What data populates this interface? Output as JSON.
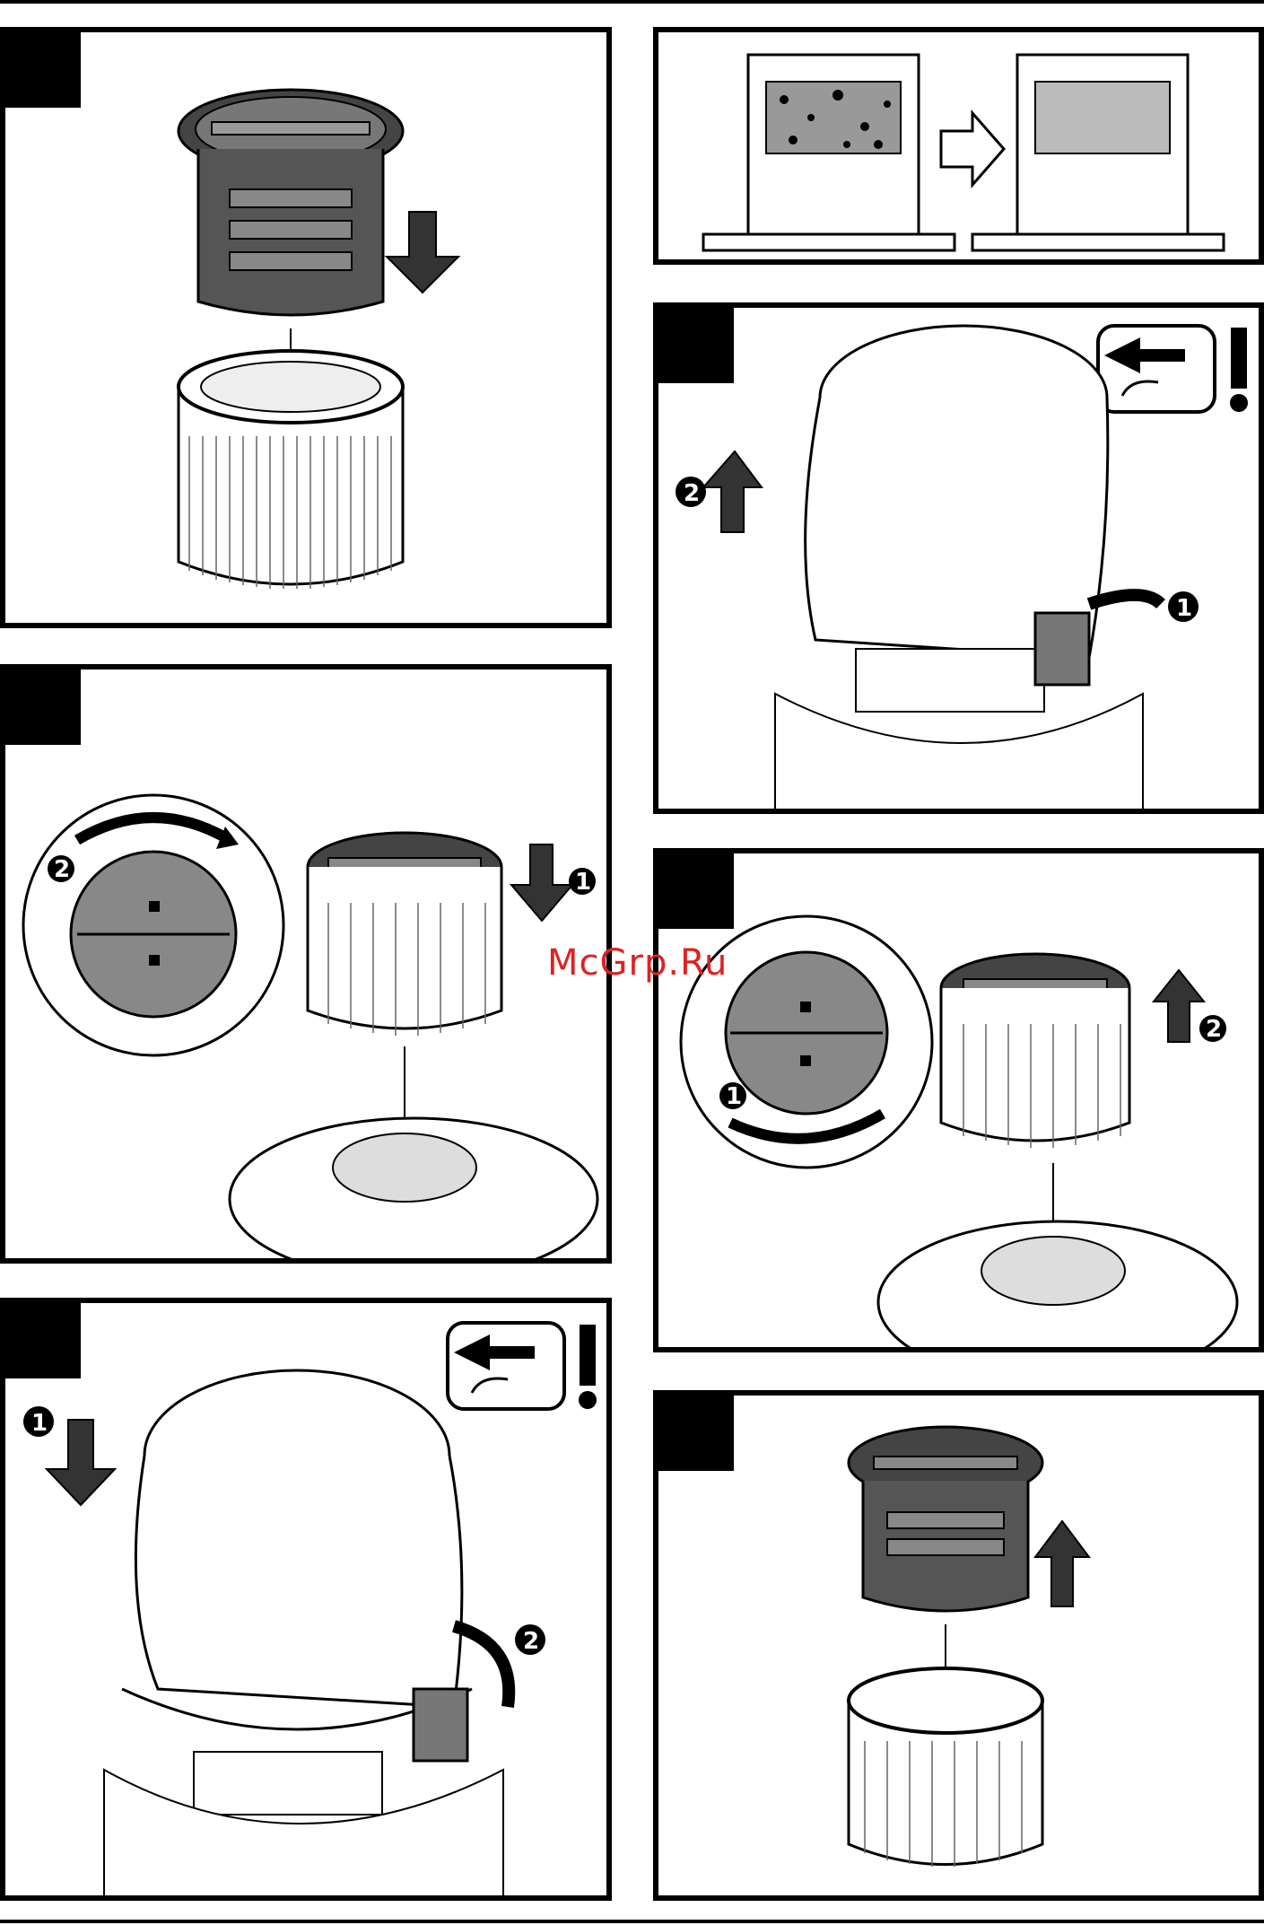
{
  "watermark": {
    "text": "McGrp.Ru",
    "color": "#d22222"
  },
  "markers": {
    "step1": "1",
    "step2": "2"
  },
  "icons": [
    "down-arrow-icon",
    "up-arrow-icon",
    "curved-arrow-icon",
    "unplug-warning-icon",
    "exclamation-icon",
    "lock-icon",
    "unlock-icon",
    "right-arrow-icon"
  ]
}
